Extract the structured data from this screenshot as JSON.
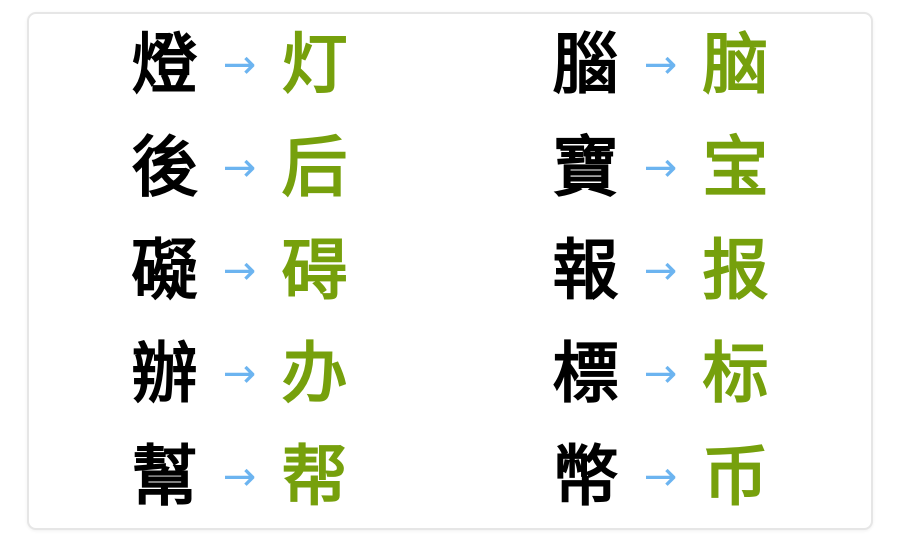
{
  "card": {
    "background_color": "#ffffff",
    "border_color": "#e6e6e6"
  },
  "colors": {
    "traditional": "#000000",
    "simplified": "#76a00c",
    "arrow": "#6cb4f0"
  },
  "arrow_glyph": "→",
  "columns": [
    {
      "name": "left-column",
      "pairs": [
        {
          "traditional": "燈",
          "arrow": "→",
          "simplified": "灯"
        },
        {
          "traditional": "後",
          "arrow": "→",
          "simplified": "后"
        },
        {
          "traditional": "礙",
          "arrow": "→",
          "simplified": "碍"
        },
        {
          "traditional": "辦",
          "arrow": "→",
          "simplified": "办"
        },
        {
          "traditional": "幫",
          "arrow": "→",
          "simplified": "帮"
        }
      ]
    },
    {
      "name": "right-column",
      "pairs": [
        {
          "traditional": "腦",
          "arrow": "→",
          "simplified": "脑"
        },
        {
          "traditional": "寶",
          "arrow": "→",
          "simplified": "宝"
        },
        {
          "traditional": "報",
          "arrow": "→",
          "simplified": "报"
        },
        {
          "traditional": "標",
          "arrow": "→",
          "simplified": "标"
        },
        {
          "traditional": "幣",
          "arrow": "→",
          "simplified": "币"
        }
      ]
    }
  ]
}
